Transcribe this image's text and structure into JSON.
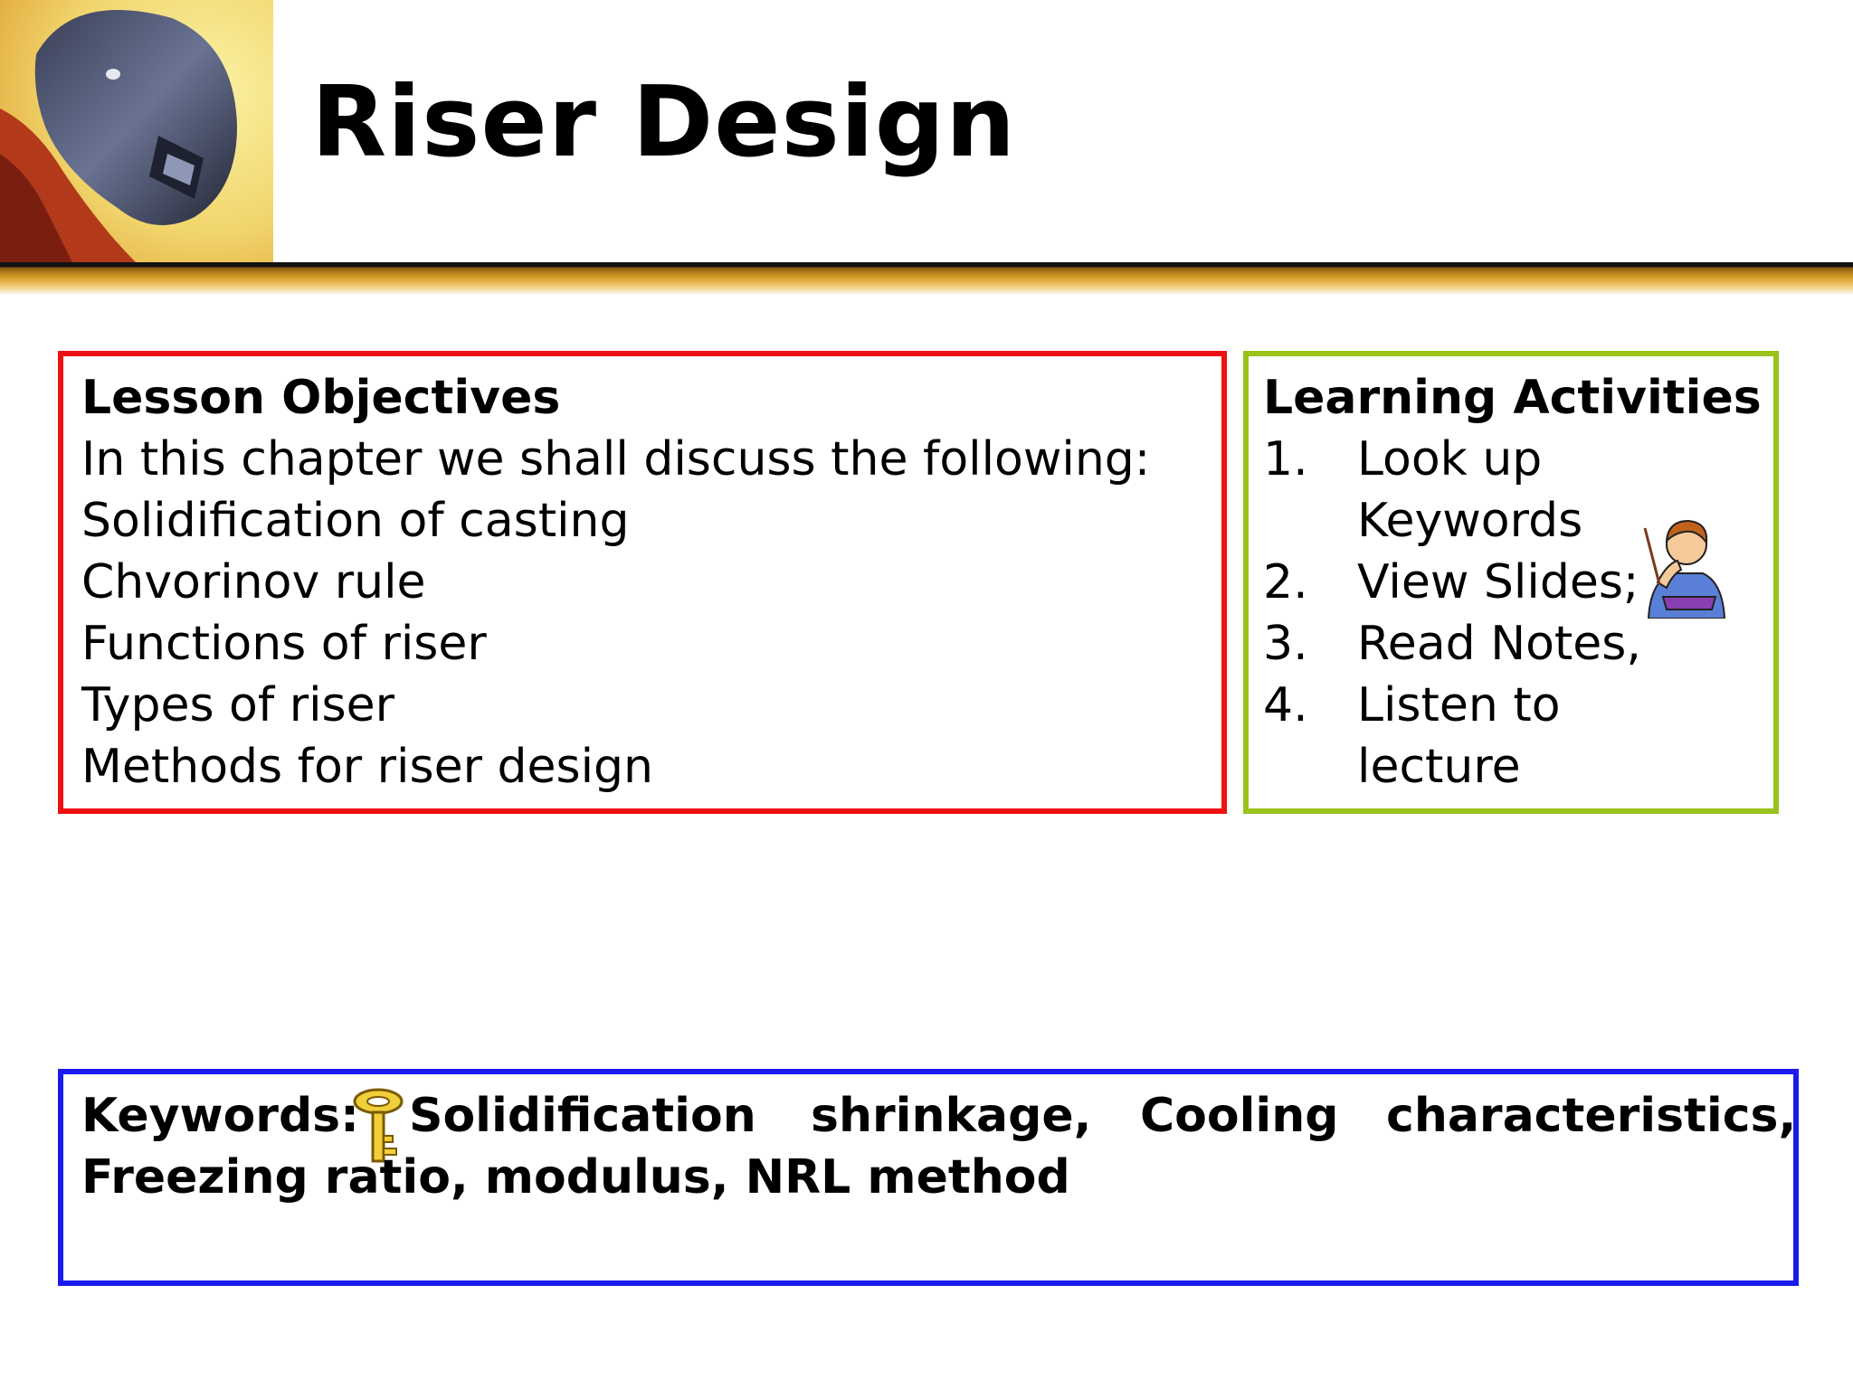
{
  "slide": {
    "title": "Riser Design"
  },
  "objectives": {
    "heading": "Lesson Objectives",
    "intro": "In this chapter we shall discuss the following:",
    "items": [
      "Solidification of casting",
      "Chvorinov rule",
      "Functions of riser",
      "Types of riser",
      "Methods for riser design"
    ]
  },
  "activities": {
    "heading": "Learning Activities",
    "items": [
      {
        "num": "1.",
        "line1": "Look up",
        "line2": "Keywords"
      },
      {
        "num": "2.",
        "line1": "View Slides;"
      },
      {
        "num": "3.",
        "line1": "Read Notes,"
      },
      {
        "num": "4.",
        "line1": "Listen to",
        "line2": "lecture"
      }
    ]
  },
  "keywords": {
    "label": "Keywords:",
    "line1_terms": [
      "Solidification",
      "shrinkage,",
      "Cooling",
      "characteristics,"
    ],
    "line2": "Freezing ratio, modulus,  NRL method"
  },
  "colors": {
    "objectives_border": "#ee1111",
    "activities_border": "#99c31a",
    "keywords_border": "#1a1aee"
  },
  "icons": {
    "header_image": "welder-helmet-photo",
    "activities_clipart": "student-thinking-icon",
    "keywords_clipart": "key-icon"
  }
}
